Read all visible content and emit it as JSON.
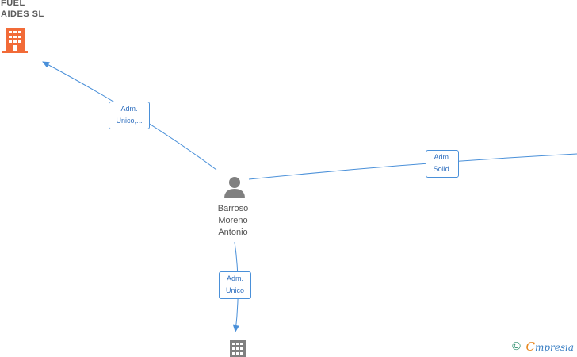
{
  "nodes": {
    "company_top": {
      "name_lines": [
        "FUEL",
        "AIDES  SL"
      ],
      "type": "company",
      "icon": "building-icon",
      "color": "#f26b38"
    },
    "person": {
      "name_lines": [
        "Barroso",
        "Moreno",
        "Antonio"
      ],
      "type": "person",
      "icon": "person-icon",
      "color": "#808080"
    },
    "company_bottom": {
      "type": "company",
      "icon": "building-icon",
      "color": "#808080"
    }
  },
  "edges": [
    {
      "from": "person",
      "to": "company_top",
      "label_lines": [
        "Adm.",
        "Unico,..."
      ]
    },
    {
      "from": "person",
      "to": "offscreen_right",
      "label_lines": [
        "Adm.",
        "Solid."
      ]
    },
    {
      "from": "person",
      "to": "company_bottom",
      "label_lines": [
        "Adm.",
        "Unico"
      ]
    }
  ],
  "colors": {
    "edge": "#4a90d9",
    "edge_label_text": "#2f6fbf",
    "node_label_text": "#555555"
  },
  "watermark": {
    "symbol": "©",
    "brand_first": "C",
    "brand_rest": "mpresia"
  }
}
